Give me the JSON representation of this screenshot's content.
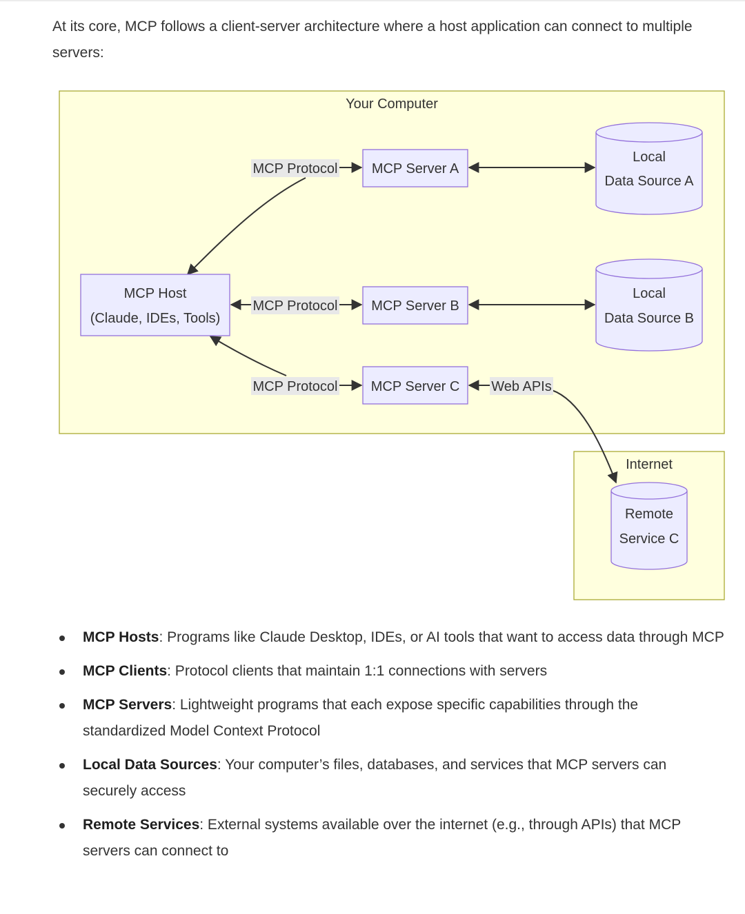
{
  "intro": "At its core, MCP follows a client-server architecture where a host application can connect to multiple servers:",
  "diagram": {
    "groups": {
      "computer": "Your Computer",
      "internet": "Internet"
    },
    "host": {
      "line1": "MCP Host",
      "line2": "(Claude, IDEs, Tools)"
    },
    "servers": {
      "a": "MCP Server A",
      "b": "MCP Server B",
      "c": "MCP Server C"
    },
    "datasources": {
      "a": {
        "line1": "Local",
        "line2": "Data Source A"
      },
      "b": {
        "line1": "Local",
        "line2": "Data Source B"
      },
      "c": {
        "line1": "Remote",
        "line2": "Service C"
      }
    },
    "edge_labels": {
      "protocol_a": "MCP Protocol",
      "protocol_b": "MCP Protocol",
      "protocol_c": "MCP Protocol",
      "web_apis": "Web APIs"
    },
    "colors": {
      "group_fill": "#ffffde",
      "group_stroke": "#aaaa33",
      "node_fill": "#ececff",
      "node_stroke": "#9370db",
      "edge": "#333333",
      "label_bg": "#e8e8e8"
    }
  },
  "bullets": [
    {
      "term": "MCP Hosts",
      "text": ": Programs like Claude Desktop, IDEs, or AI tools that want to access data through MCP"
    },
    {
      "term": "MCP Clients",
      "text": ": Protocol clients that maintain 1:1 connections with servers"
    },
    {
      "term": "MCP Servers",
      "text": ": Lightweight programs that each expose specific capabilities through the standardized Model Context Protocol"
    },
    {
      "term": "Local Data Sources",
      "text": ": Your computer’s files, databases, and services that MCP servers can securely access"
    },
    {
      "term": "Remote Services",
      "text": ": External systems available over the internet (e.g., through APIs) that MCP servers can connect to"
    }
  ]
}
